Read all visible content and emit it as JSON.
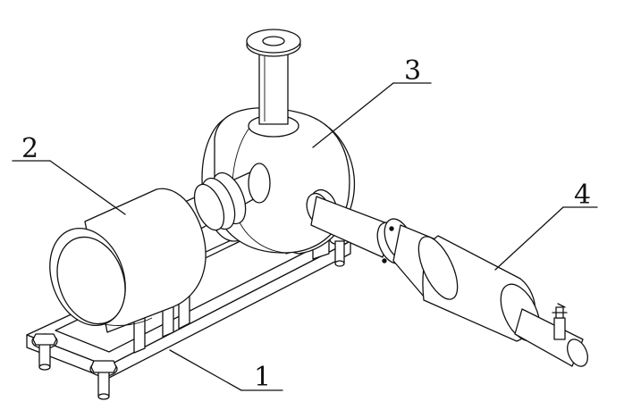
{
  "figure": {
    "labels": {
      "base_frame": "1",
      "motor": "2",
      "pump_housing": "3",
      "outlet_pipe": "4"
    }
  }
}
